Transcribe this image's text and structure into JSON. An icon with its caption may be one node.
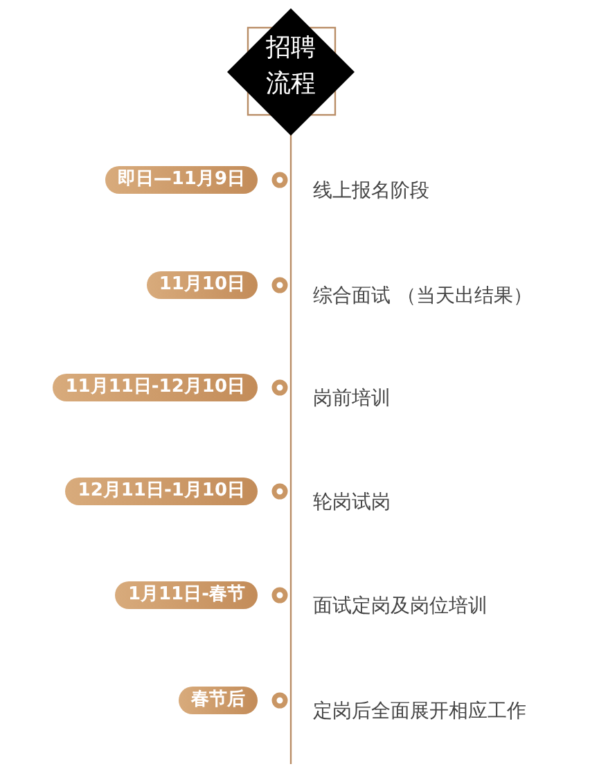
{
  "diagram": {
    "nodes": [
      {
        "text": [
          "招聘流程"
        ]
      },
      {
        "text": [
          "即日—11月9日"
        ],
        "beside": [
          "线上报名阶段"
        ]
      },
      {
        "text": [
          "11月10日"
        ],
        "beside": [
          "综合面试 （当天出结果）"
        ]
      },
      {
        "text": [
          "11月11日-12月10日"
        ],
        "beside": [
          "岗前培训"
        ]
      },
      {
        "text": [
          "12月11日-1月10日"
        ],
        "beside": [
          "轮岗试岗"
        ]
      },
      {
        "text": [
          "1月11日-春节"
        ],
        "beside": [
          "面试定岗及岗位培训"
        ]
      },
      {
        "text": [
          "春节后"
        ],
        "beside": [
          "定岗后全面展开相应工作"
        ]
      }
    ]
  }
}
